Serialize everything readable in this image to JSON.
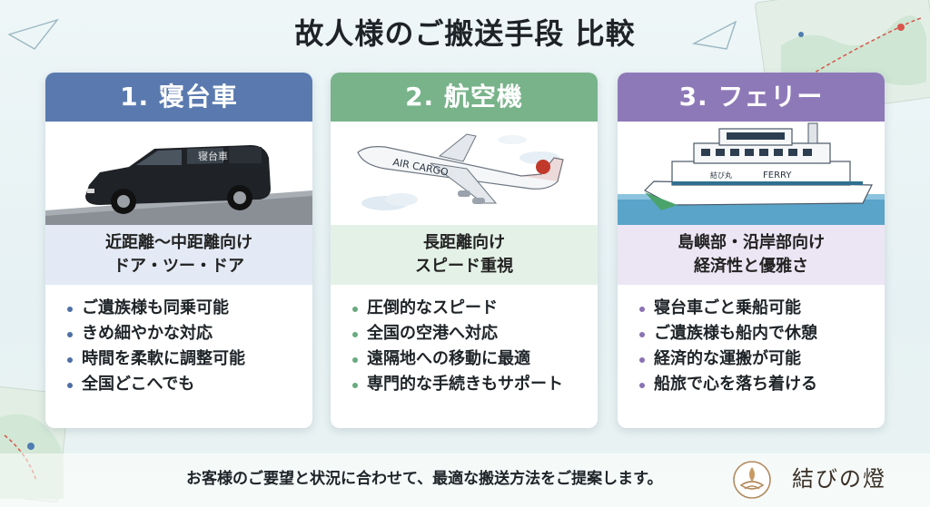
{
  "title": "故人様のご搬送手段 比較",
  "cards": [
    {
      "header": "1. 寝台車",
      "vehicle_label": "寝台車",
      "subtitle": [
        "近距離〜中距離向け",
        "ドア・ツー・ドア"
      ],
      "items": [
        "ご遺族様も同乗可能",
        "きめ細やかな対応",
        "時間を柔軟に調整可能",
        "全国どこへでも"
      ]
    },
    {
      "header": "2. 航空機",
      "vehicle_label": "AIR CARGO",
      "subtitle": [
        "長距離向け",
        "スピード重視"
      ],
      "items": [
        "圧倒的なスピード",
        "全国の空港へ対応",
        "遠隔地への移動に最適",
        "専門的な手続きもサポート"
      ]
    },
    {
      "header": "3. フェリー",
      "vehicle_label": "FERRY",
      "vehicle_label_2": "結び丸",
      "subtitle": [
        "島嶼部・沿岸部向け",
        "経済性と優雅さ"
      ],
      "items": [
        "寝台車ごと乗船可能",
        "ご遺族様も船内で休憩",
        "経済的な運搬が可能",
        "船旅で心を落ち着ける"
      ]
    }
  ],
  "footer": {
    "message": "お客様のご要望と状況に合わせて、最適な搬送方法をご提案します。",
    "brand": "結びの燈"
  },
  "colors": {
    "hearse": "#5a7aaf",
    "airplane": "#78b38a",
    "ferry": "#8e79b8",
    "background": "#eaf3f5"
  },
  "icons": [
    "map-decoration-icon",
    "hearse-car-icon",
    "airplane-icon",
    "ferry-ship-icon",
    "brand-logo-icon"
  ]
}
